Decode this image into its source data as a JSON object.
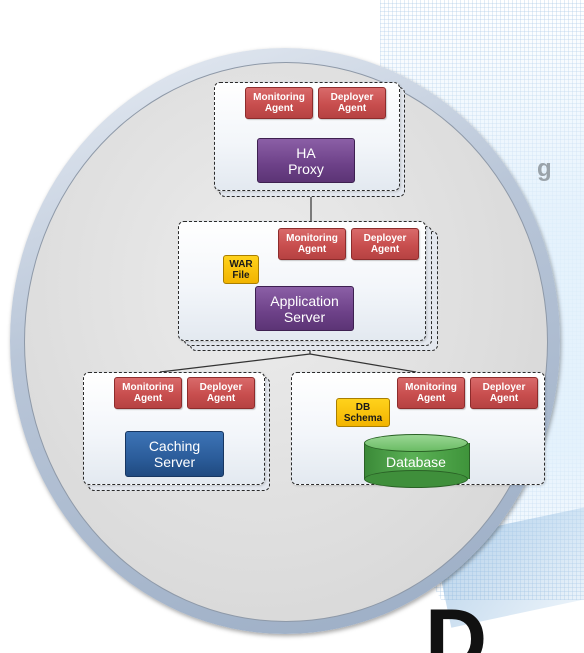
{
  "diagram": {
    "background_letter": "g",
    "ha_tier": {
      "monitoring_agent": "Monitoring\nAgent",
      "deployer_agent": "Deployer\nAgent",
      "component": "HA\nProxy"
    },
    "app_tier": {
      "monitoring_agent": "Monitoring\nAgent",
      "deployer_agent": "Deployer\nAgent",
      "artifact": "WAR\nFile",
      "component": "Application\nServer"
    },
    "cache_tier": {
      "monitoring_agent": "Monitoring\nAgent",
      "deployer_agent": "Deployer\nAgent",
      "component": "Caching\nServer"
    },
    "db_tier": {
      "monitoring_agent": "Monitoring\nAgent",
      "deployer_agent": "Deployer\nAgent",
      "artifact": "DB\nSchema",
      "component": "Database"
    }
  },
  "colors": {
    "agent": "#c84e4e",
    "artifact": "#f2b400",
    "proxy_and_app_server": "#6d4188",
    "caching_server": "#2b5c9a",
    "database": "#4fa54a"
  }
}
